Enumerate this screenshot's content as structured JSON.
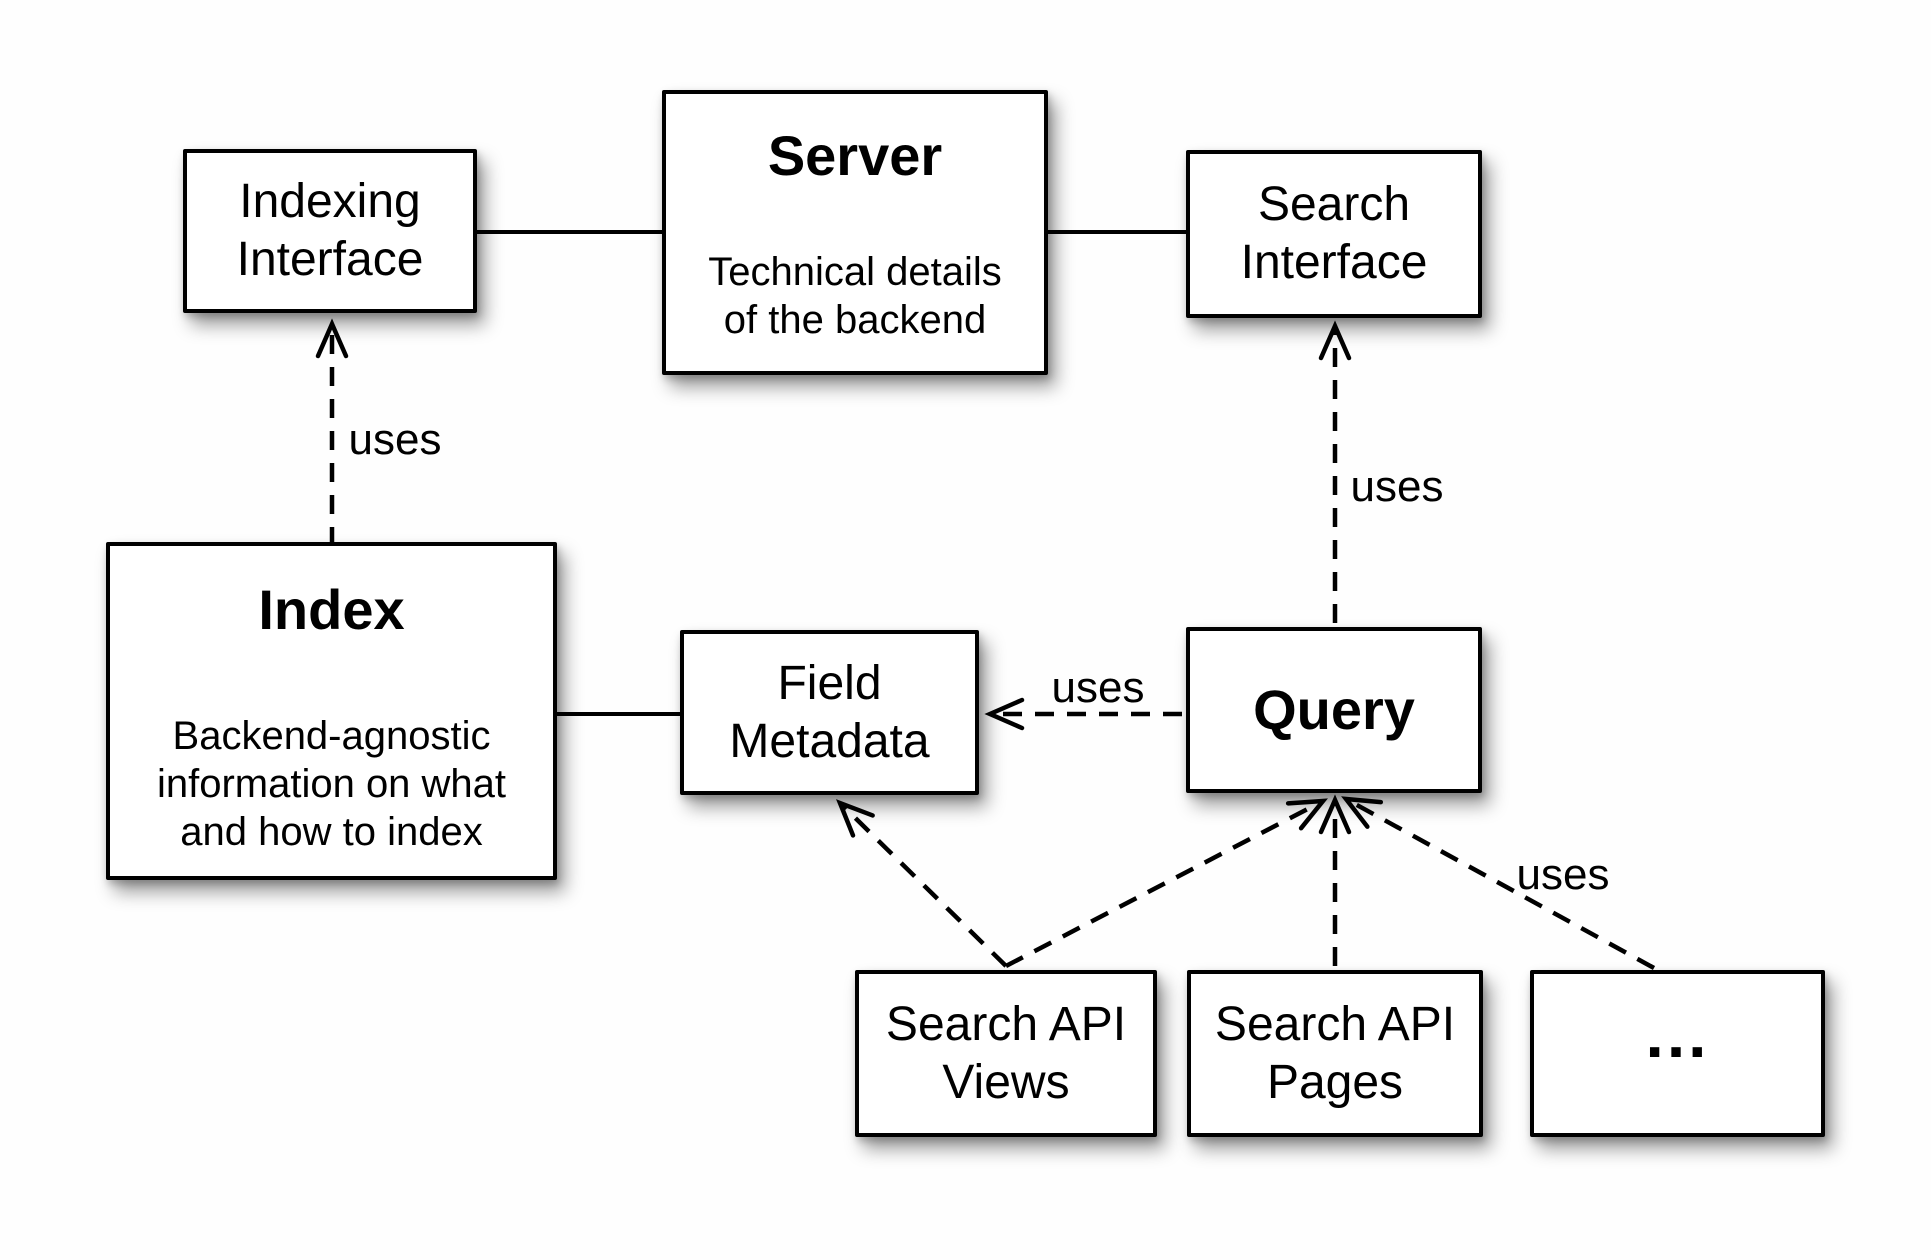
{
  "diagram": {
    "nodes": {
      "indexing_interface": {
        "label": "Indexing\nInterface"
      },
      "server": {
        "title": "Server",
        "description": "Technical details\nof the backend"
      },
      "search_interface": {
        "label": "Search\nInterface"
      },
      "index": {
        "title": "Index",
        "description": "Backend-agnostic\ninformation on what\nand how to index"
      },
      "field_metadata": {
        "label": "Field\nMetadata"
      },
      "query": {
        "title": "Query"
      },
      "search_api_views": {
        "label": "Search API\nViews"
      },
      "search_api_pages": {
        "label": "Search API\nPages"
      },
      "more": {
        "label": "..."
      }
    },
    "edge_labels": {
      "index_uses_indexing_interface": "uses",
      "query_uses_search_interface": "uses",
      "query_uses_field_metadata": "uses",
      "more_uses_query": "uses"
    },
    "colors": {
      "line": "#000000",
      "box_fill": "#ffffff",
      "box_border": "#000000",
      "background": "#ffffff",
      "text": "#000000"
    }
  }
}
